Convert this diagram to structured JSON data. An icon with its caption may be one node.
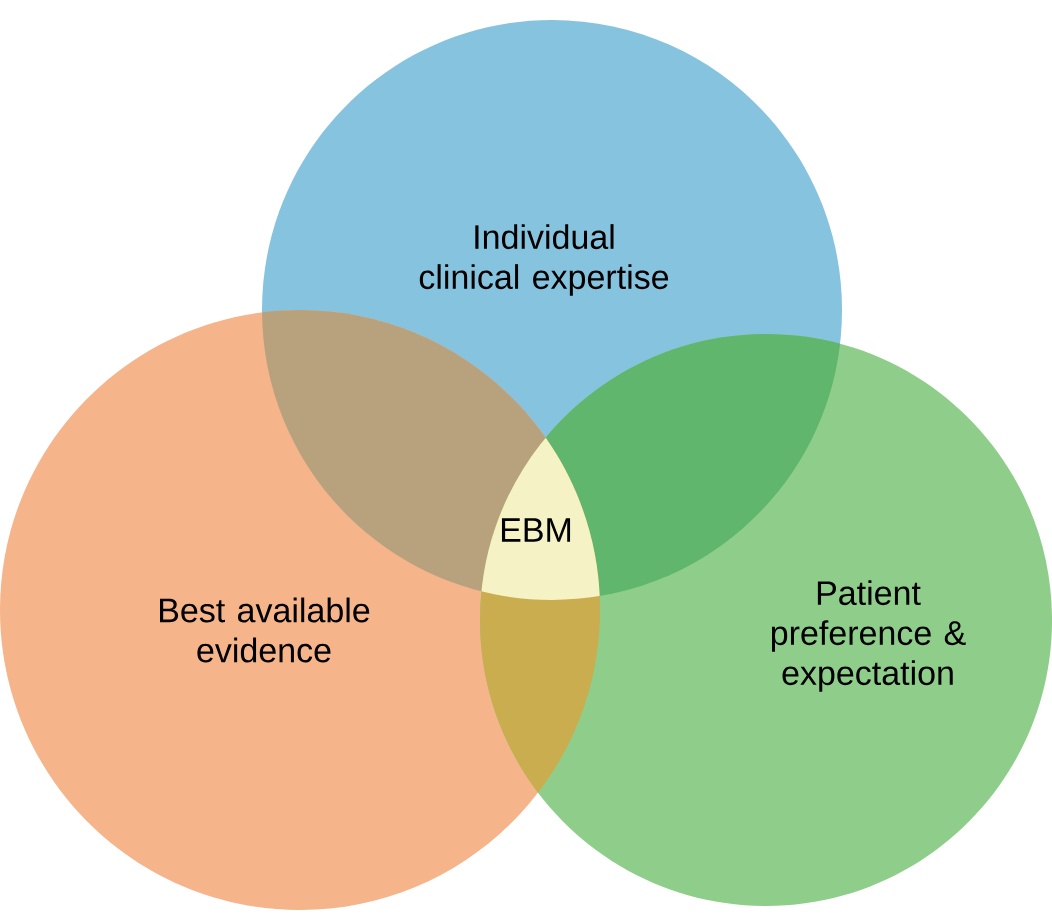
{
  "diagram": {
    "nodes": [
      {
        "text": [
          "Individual clinical expertise"
        ]
      },
      {
        "text": [
          "Best available evidence"
        ]
      },
      {
        "text": [
          "Patient preference & expectation"
        ]
      },
      {
        "text": [
          "EBM"
        ]
      }
    ]
  }
}
